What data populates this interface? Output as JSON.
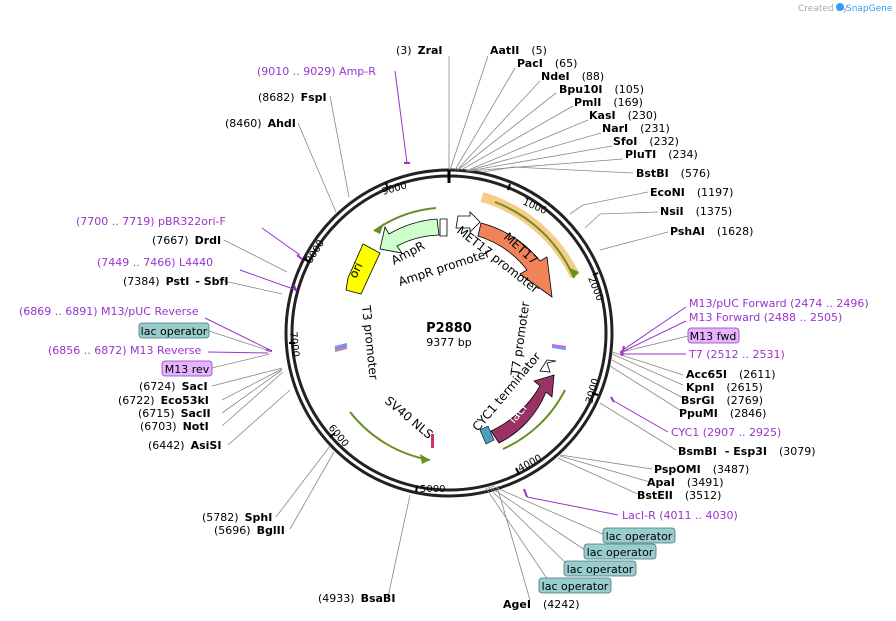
{
  "credit": {
    "prefix": "Created by",
    "brand": "SnapGene"
  },
  "plasmid": {
    "name": "P2880",
    "length": "9377 bp"
  },
  "ticks": [
    "1000",
    "2000",
    "3000",
    "4000",
    "5000",
    "6000",
    "7000",
    "8000",
    "9000"
  ],
  "enzymes_top": {
    "zrai": [
      "(3)",
      "ZraI"
    ],
    "aatii": [
      "AatII",
      "(5)"
    ],
    "paci": [
      "PacI",
      "(65)"
    ],
    "ndei": [
      "NdeI",
      "(88)"
    ],
    "bpu10i": [
      "Bpu10I",
      "(105)"
    ],
    "pmli": [
      "PmlI",
      "(169)"
    ],
    "kasi": [
      "KasI",
      "(230)"
    ],
    "nari": [
      "NarI",
      "(231)"
    ],
    "sfoi": [
      "SfoI",
      "(232)"
    ],
    "pluti": [
      "PluTI",
      "(234)"
    ],
    "bstbi": [
      "BstBI",
      "(576)"
    ],
    "econi": [
      "EcoNI",
      "(1197)"
    ],
    "nsii": [
      "NsiI",
      "(1375)"
    ],
    "pshai": [
      "PshAI",
      "(1628)"
    ]
  },
  "enzymes_right": {
    "acc65i": [
      "Acc65I",
      "(2611)"
    ],
    "kpni": [
      "KpnI",
      "(2615)"
    ],
    "bsrgi": [
      "BsrGI",
      "(2769)"
    ],
    "ppumi": [
      "PpuMI",
      "(2846)"
    ],
    "bsmbi": [
      "BsmBI",
      "- Esp3I",
      "(3079)"
    ],
    "pspomi": [
      "PspOMI",
      "(3487)"
    ],
    "apai": [
      "ApaI",
      "(3491)"
    ],
    "bsteii": [
      "BstEII",
      "(3512)"
    ],
    "agei": [
      "AgeI",
      "(4242)"
    ]
  },
  "enzymes_left": {
    "fspi": [
      "(8682)",
      "FspI"
    ],
    "ahdi": [
      "(8460)",
      "AhdI"
    ],
    "drdi": [
      "(7667)",
      "DrdI"
    ],
    "psti": [
      "(7384)",
      "PstI",
      "- SbfI"
    ],
    "saci": [
      "(6724)",
      "SacI"
    ],
    "eco53ki": [
      "(6722)",
      "Eco53kI"
    ],
    "sacii": [
      "(6715)",
      "SacII"
    ],
    "noti": [
      "(6703)",
      "NotI"
    ],
    "asisi": [
      "(6442)",
      "AsiSI"
    ],
    "sphi": [
      "(5782)",
      "SphI"
    ],
    "bglii": [
      "(5696)",
      "BglII"
    ],
    "bsabi": [
      "(4933)",
      "BsaBI"
    ]
  },
  "primers": {
    "ampr": "(9010 .. 9029)  Amp-R",
    "pbr322": "(7700 .. 7719)  pBR322ori-F",
    "l4440": "(7449 .. 7466)  L4440",
    "m13puc_rev": "(6869 .. 6891)  M13/pUC Reverse",
    "m13_rev": "(6856 .. 6872)  M13 Reverse",
    "m13puc_fwd": "M13/pUC Forward    (2474 .. 2496)",
    "m13_fwd": "M13 Forward    (2488 .. 2505)",
    "t7": "T7    (2512 .. 2531)",
    "cyc1": "CYC1    (2907 .. 2925)",
    "laci_r": "LacI-R    (4011 .. 4030)"
  },
  "boxes": {
    "lac_left": "lac operator",
    "m13rev": "M13 rev",
    "m13fwd": "M13 fwd",
    "lac1": "lac operator",
    "lac2": "lac operator",
    "lac3": "lac operator",
    "lac4": "lac operator"
  },
  "features": {
    "met17": "MET17",
    "ori": "ori",
    "laci": "lacI",
    "ampr": "AmpR",
    "ampr_promoter": "AmpR promoter",
    "met17_promoter": "MET17 promoter",
    "t7_promoter": "T7 promoter",
    "cyc1_terminator": "CYC1 terminator",
    "t3_promoter": "T3 promoter",
    "sv40_nls": "SV40 NLS"
  },
  "colors": {
    "met17": "#f08458",
    "ori": "#ffff00",
    "laci": "#993366",
    "ampr": "#ccffcc",
    "primer": "#9b33cc",
    "lac_box": "#99cccc",
    "m13_box": "#e6b3ff"
  }
}
